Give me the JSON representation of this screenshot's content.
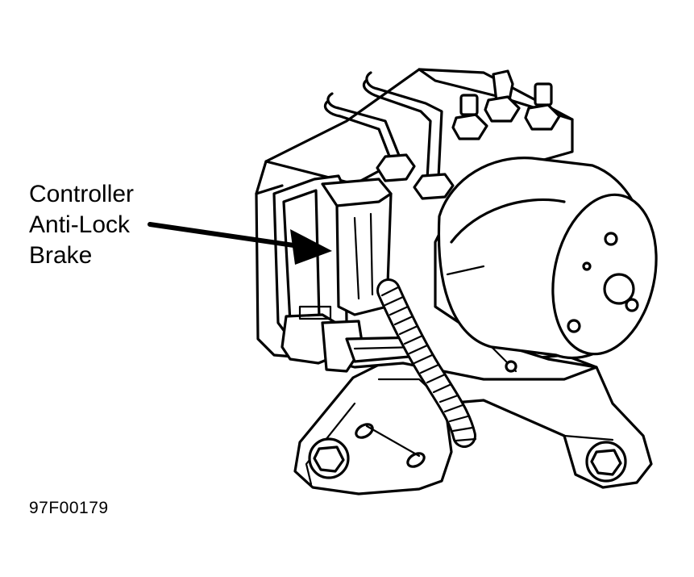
{
  "callout": {
    "line1": "Controller",
    "line2": "Anti-Lock",
    "line3": "Brake"
  },
  "figure_id": "97F00179"
}
